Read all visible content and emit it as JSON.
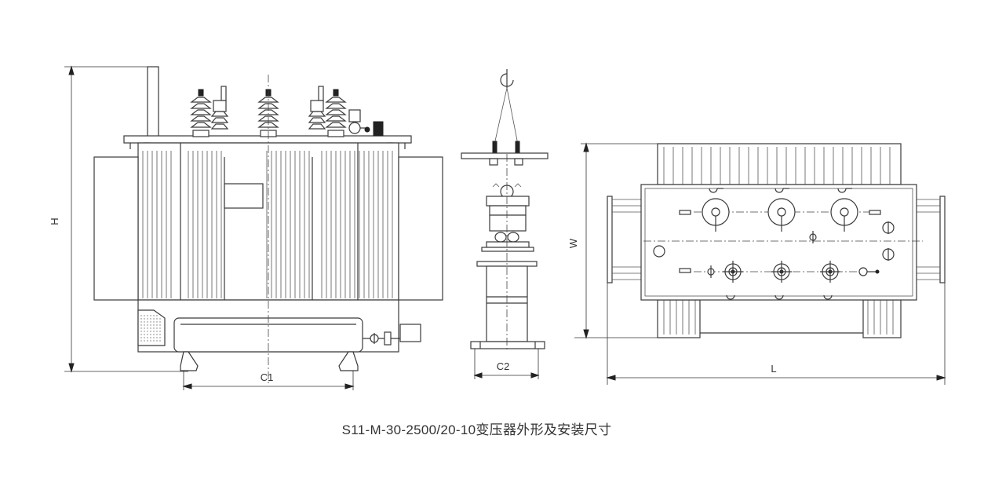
{
  "caption": "S11-M-30-2500/20-10变压器外形及安装尺寸",
  "labels": {
    "H": "H",
    "C1": "C1",
    "C2": "C2",
    "W": "W",
    "L": "L"
  }
}
